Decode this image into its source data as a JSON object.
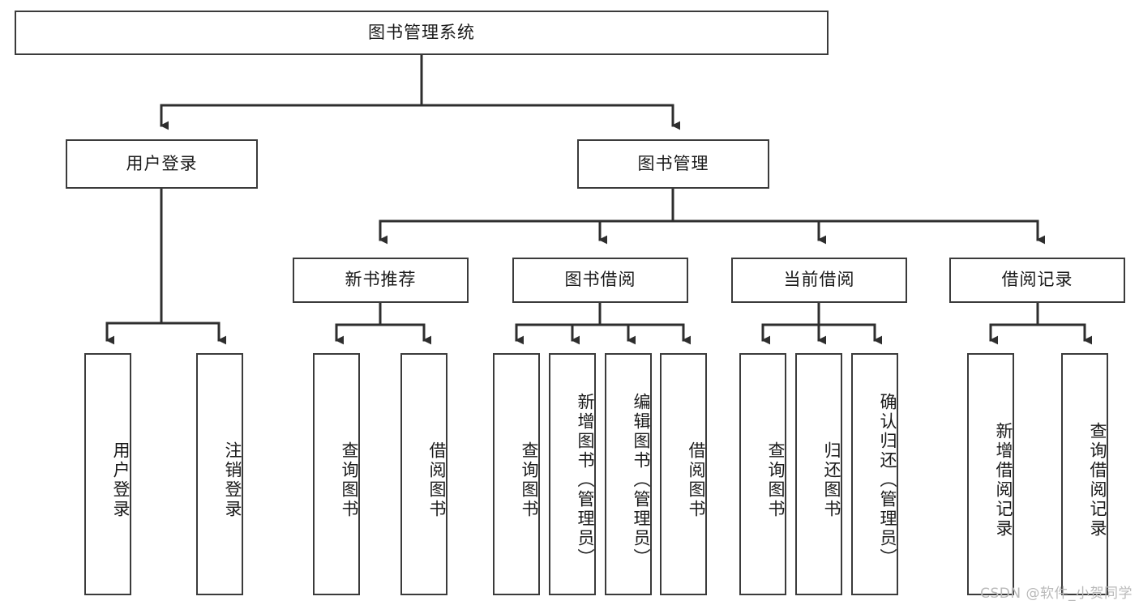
{
  "diagram": {
    "title": "图书管理系统",
    "type": "tree-hierarchy-diagram",
    "colors": {
      "background": "#ffffff",
      "box_border": "#3b3b3b",
      "box_fill": "#ffffff",
      "edge": "#2e2e2e",
      "text": "#1a1a1a",
      "watermark": "#b9b9b9"
    },
    "root": {
      "id": "root",
      "label": "图书管理系统",
      "orientation": "horizontal"
    },
    "level2": [
      {
        "id": "user-login",
        "label": "用户登录",
        "orientation": "horizontal"
      },
      {
        "id": "book-manage",
        "label": "图书管理",
        "orientation": "horizontal"
      }
    ],
    "level3": [
      {
        "id": "new-book-recommend",
        "label": "新书推荐",
        "orientation": "horizontal",
        "parent": "book-manage"
      },
      {
        "id": "book-borrow",
        "label": "图书借阅",
        "orientation": "horizontal",
        "parent": "book-manage"
      },
      {
        "id": "current-borrow",
        "label": "当前借阅",
        "orientation": "horizontal",
        "parent": "book-manage"
      },
      {
        "id": "borrow-record",
        "label": "借阅记录",
        "orientation": "horizontal",
        "parent": "book-manage"
      }
    ],
    "leaves": [
      {
        "id": "leaf-user-login",
        "label": "用户登录",
        "orientation": "vertical",
        "parent": "user-login"
      },
      {
        "id": "leaf-logout-login",
        "label": "注销登录",
        "orientation": "vertical",
        "parent": "user-login"
      },
      {
        "id": "leaf-query-book-1",
        "label": "查询图书",
        "orientation": "vertical",
        "parent": "new-book-recommend"
      },
      {
        "id": "leaf-borrow-book-1",
        "label": "借阅图书",
        "orientation": "vertical",
        "parent": "new-book-recommend"
      },
      {
        "id": "leaf-query-book-2",
        "label": "查询图书",
        "orientation": "vertical",
        "parent": "book-borrow"
      },
      {
        "id": "leaf-add-book",
        "label": "新增图书（管理员）",
        "orientation": "vertical",
        "parent": "book-borrow"
      },
      {
        "id": "leaf-edit-book",
        "label": "编辑图书（管理员）",
        "orientation": "vertical",
        "parent": "book-borrow"
      },
      {
        "id": "leaf-borrow-book-2",
        "label": "借阅图书",
        "orientation": "vertical",
        "parent": "book-borrow"
      },
      {
        "id": "leaf-query-book-3",
        "label": "查询图书",
        "orientation": "vertical",
        "parent": "current-borrow"
      },
      {
        "id": "leaf-return-book",
        "label": "归还图书",
        "orientation": "vertical",
        "parent": "current-borrow"
      },
      {
        "id": "leaf-confirm-return",
        "label": "确认归还（管理员）",
        "orientation": "vertical",
        "parent": "current-borrow"
      },
      {
        "id": "leaf-add-record",
        "label": "新增借阅记录",
        "orientation": "vertical",
        "parent": "borrow-record"
      },
      {
        "id": "leaf-query-record",
        "label": "查询借阅记录",
        "orientation": "vertical",
        "parent": "borrow-record"
      }
    ],
    "watermark": "CSDN @软件_小贺同学"
  }
}
